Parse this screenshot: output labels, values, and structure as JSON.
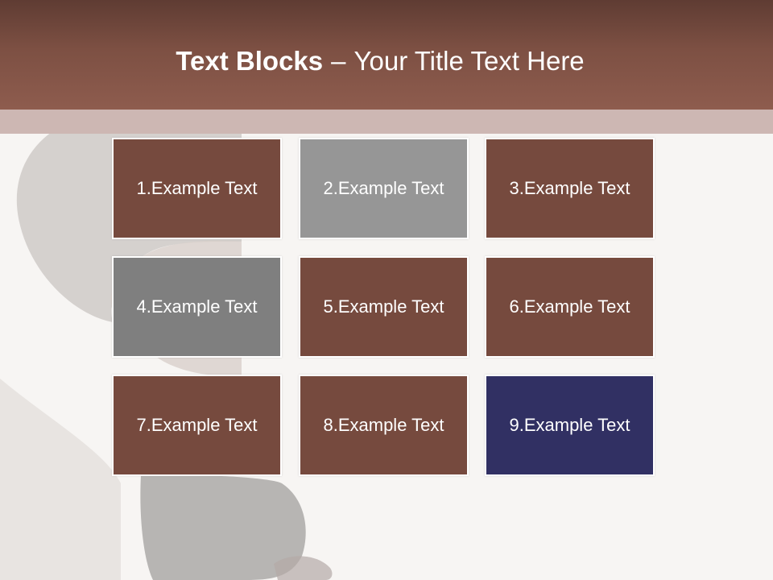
{
  "slide": {
    "title_bold": "Text Blocks",
    "title_dash": "–",
    "title_rest": "Your Title Text Here"
  },
  "colors": {
    "brown": "#764a3e",
    "gray_light": "#969696",
    "gray_dark": "#7f7f7f",
    "navy": "#313063",
    "header": "#7d5043"
  },
  "blocks": [
    {
      "label": "1.Example Text",
      "color": "#764a3e"
    },
    {
      "label": "2.Example Text",
      "color": "#969696"
    },
    {
      "label": "3.Example Text",
      "color": "#764a3e"
    },
    {
      "label": "4.Example Text",
      "color": "#7f7f7f"
    },
    {
      "label": "5.Example Text",
      "color": "#764a3e"
    },
    {
      "label": "6.Example Text",
      "color": "#764a3e"
    },
    {
      "label": "7.Example Text",
      "color": "#764a3e"
    },
    {
      "label": "8.Example Text",
      "color": "#764a3e"
    },
    {
      "label": "9.Example Text",
      "color": "#313063"
    }
  ]
}
